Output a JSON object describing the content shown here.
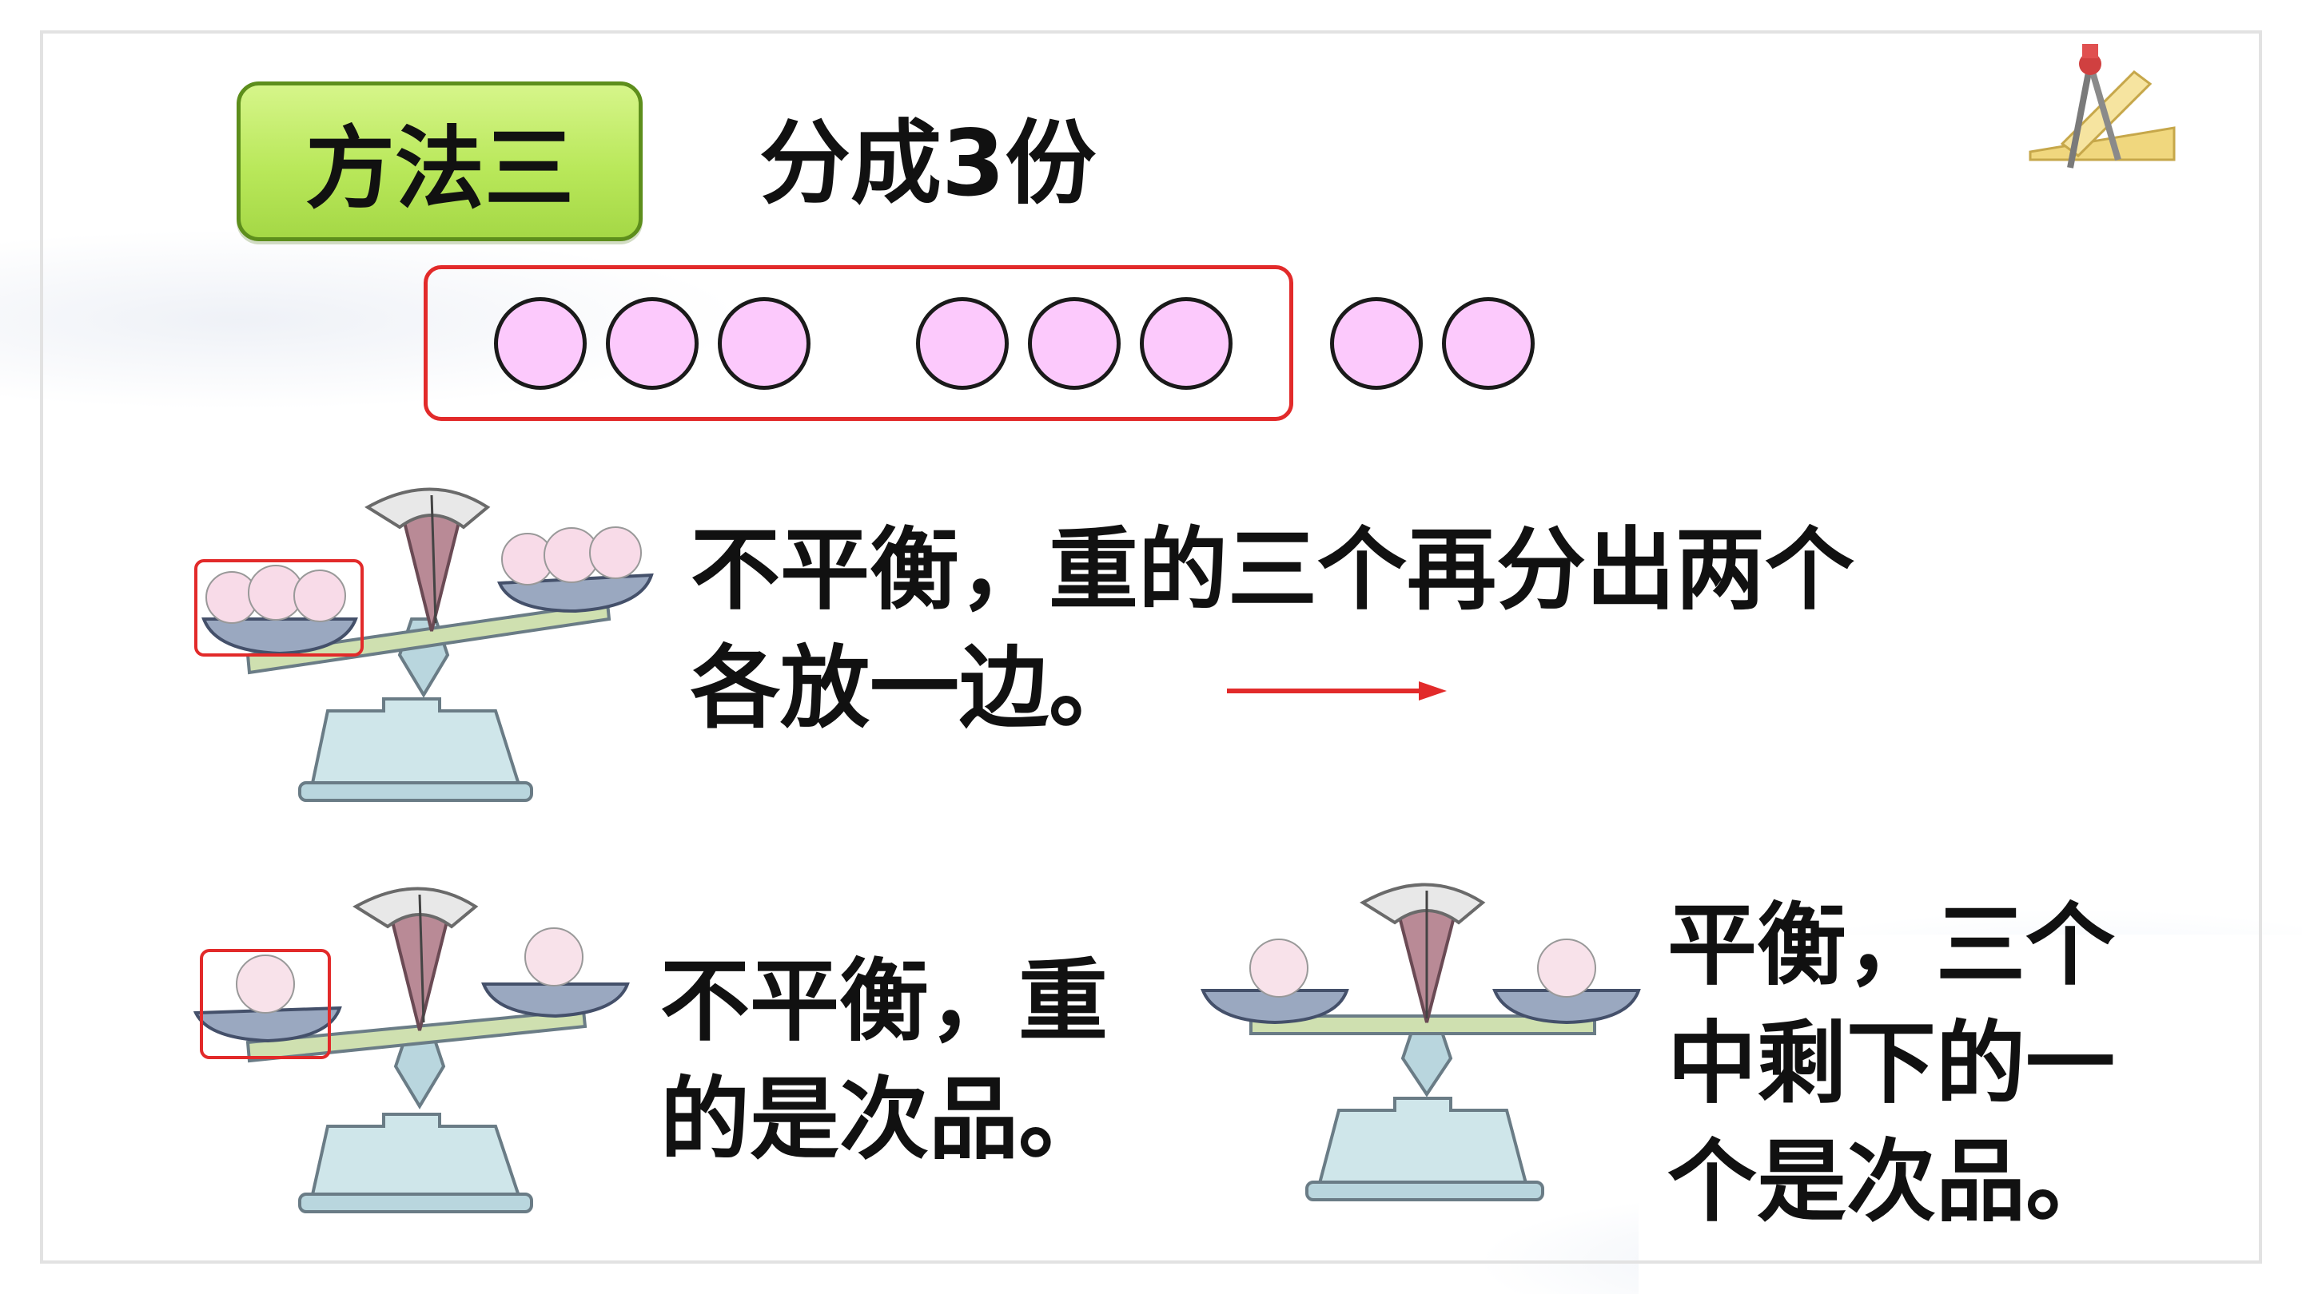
{
  "method": {
    "label": "方法三"
  },
  "subtitle": "分成3份",
  "colors": {
    "method_fill": "#b9e85a",
    "method_border": "#5d8e1c",
    "ball_fill": "#fcc9fc",
    "highlight_red": "#e22a2a",
    "scale_base": "#cfe6ea",
    "scale_beam": "#cfe0b0",
    "dial": "#b98a96"
  },
  "groups": {
    "group_a": 3,
    "group_b": 3,
    "group_c": 2
  },
  "step1": {
    "lines": [
      "不平衡，重的三个再分出两个",
      "各放一边。"
    ],
    "state": "unbalanced"
  },
  "step2": {
    "lines": [
      "不平衡，重",
      "的是次品。"
    ],
    "state": "unbalanced"
  },
  "step3": {
    "lines": [
      "平衡，三个",
      "中剩下的一",
      "个是次品。"
    ],
    "state": "balanced"
  },
  "icons": [
    "arrow-right-icon",
    "compass-ruler-icon"
  ]
}
